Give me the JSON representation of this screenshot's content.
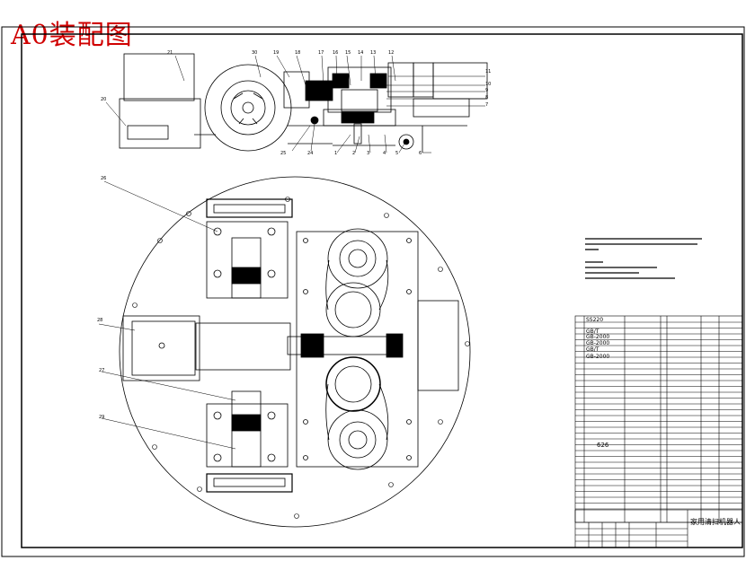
{
  "sheet_title": "A0装配图",
  "drawing_name": "家用清扫机器人",
  "top_view_labels": [
    "21",
    "20",
    "30",
    "19",
    "18",
    "17",
    "16",
    "15",
    "14",
    "13",
    "12",
    "25",
    "24",
    "1",
    "2",
    "3",
    "4",
    "5",
    "6",
    "11",
    "10",
    "9",
    "8",
    "7"
  ],
  "plan_view_labels": [
    "26",
    "28",
    "27",
    "29"
  ],
  "bom_codes": [
    "SS220",
    "GB/T",
    "GB-2000",
    "GB-2000",
    "GB/T",
    "GB-2000"
  ],
  "bom_code_626": "626",
  "colors": {
    "red": "#d00000",
    "line": "#000000",
    "paper": "#ffffff"
  }
}
